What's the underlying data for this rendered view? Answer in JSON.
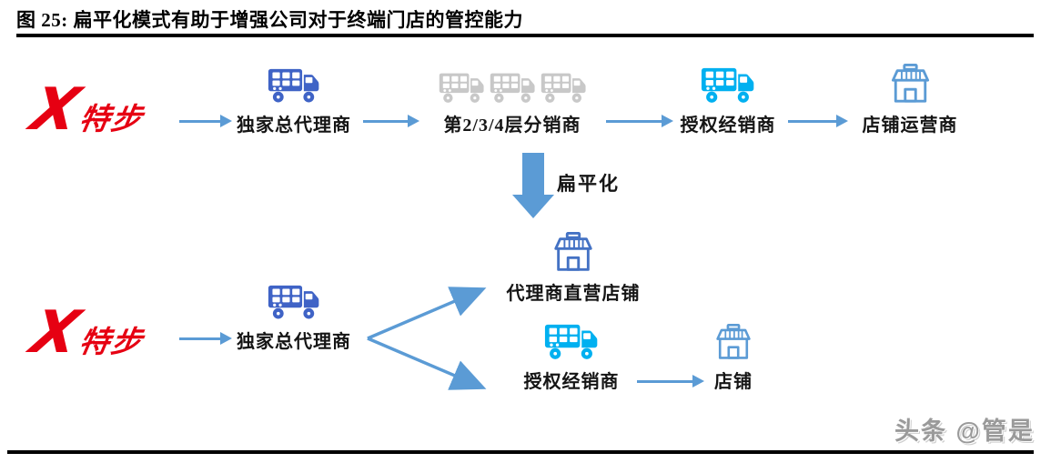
{
  "title": "图 25: 扁平化模式有助于增强公司对于终端门店的管控能力",
  "watermark": "头条 @管是",
  "brand": {
    "logo_mark": "X",
    "name": "特步"
  },
  "colors": {
    "accent_arrow": "#5B9BD5",
    "truck_blue": "#3F63C6",
    "truck_gray": "#C8C8C8",
    "truck_cyan": "#00B0F0",
    "store_light_blue": "#5B9BD5",
    "store_dark_blue": "#4472C4",
    "brand_red": "#E60012",
    "title_black": "#000000"
  },
  "flow_before": {
    "nodes": [
      {
        "label": "独家总代理商",
        "icon": "delivery-truck",
        "icon_color": "#3F63C6"
      },
      {
        "label": "第2/3/4层分销商",
        "icon": "delivery-truck-x3",
        "icon_color": "#C8C8C8"
      },
      {
        "label": "授权经销商",
        "icon": "delivery-truck",
        "icon_color": "#00B0F0"
      },
      {
        "label": "店铺运营商",
        "icon": "storefront",
        "icon_color": "#5B9BD5"
      }
    ]
  },
  "transition": {
    "label": "扁平化"
  },
  "flow_after": {
    "nodes": [
      {
        "label": "独家总代理商",
        "icon": "delivery-truck",
        "icon_color": "#3F63C6"
      },
      {
        "label": "代理商直营店铺",
        "icon": "storefront",
        "icon_color": "#4472C4"
      },
      {
        "label": "授权经销商",
        "icon": "delivery-truck",
        "icon_color": "#00B0F0"
      },
      {
        "label": "店铺",
        "icon": "storefront",
        "icon_color": "#5B9BD5"
      }
    ]
  }
}
